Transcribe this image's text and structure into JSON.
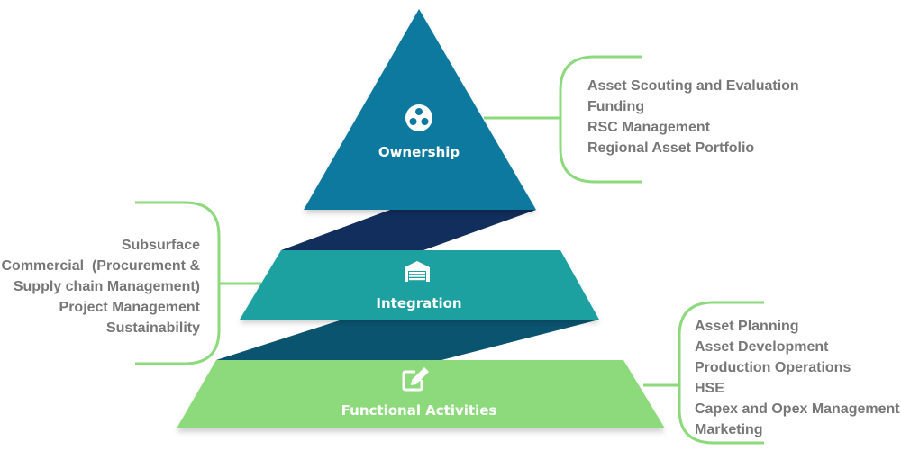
{
  "pyramid": {
    "tiers": [
      {
        "id": "ownership",
        "label": "Ownership",
        "icon": "share-circle-icon",
        "color": "#10799f"
      },
      {
        "id": "integration",
        "label": "Integration",
        "icon": "garage-icon",
        "color": "#1fa0a0"
      },
      {
        "id": "functional",
        "label": "Functional Activities",
        "icon": "edit-icon",
        "color": "#8dda7c"
      }
    ],
    "connector_colors": [
      "#112e5c",
      "#0b5470"
    ],
    "bracket_color": "#8dda7c"
  },
  "lists": {
    "ownership": [
      "Asset Scouting and Evaluation",
      "Funding",
      "RSC Management",
      "Regional Asset Portfolio"
    ],
    "integration": [
      "Subsurface",
      "Commercial  (Procurement &",
      "Supply chain Management)",
      "Project Management",
      "Sustainability"
    ],
    "functional": [
      "Asset Planning",
      "Asset Development",
      "Production Operations",
      "HSE",
      "Capex and Opex Management",
      "Marketing"
    ]
  }
}
